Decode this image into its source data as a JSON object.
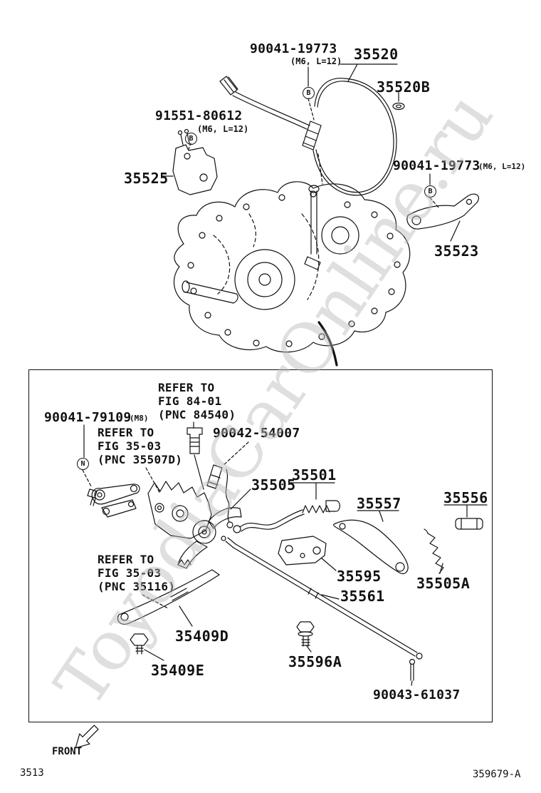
{
  "watermark": {
    "text": "ToyodiaCarOnline.ru",
    "color": "#b9b9b9"
  },
  "colors": {
    "ink": "#111111",
    "background": "#ffffff"
  },
  "footer": {
    "sheet_number": "3513",
    "figure_code": "359679-A",
    "front_label": "FRONT"
  },
  "markers": {
    "b": "B",
    "n": "N"
  },
  "callouts": {
    "bolt_90041_19773_top": {
      "number": "90041-19773",
      "spec": "(M6, L=12)"
    },
    "part_35520": {
      "number": "35520"
    },
    "part_35520b": {
      "number": "35520B"
    },
    "bolt_91551_80612": {
      "number": "91551-80612",
      "spec": "(M6, L=12)"
    },
    "part_35525": {
      "number": "35525"
    },
    "bolt_90041_19773_right": {
      "number": "90041-19773",
      "spec": "(M6, L=12)"
    },
    "part_35523": {
      "number": "35523"
    },
    "refer_fig_84_01": {
      "line1": "REFER TO",
      "line2": "FIG 84-01",
      "line3": "(PNC 84540)"
    },
    "bolt_90041_79109": {
      "number": "90041-79109",
      "spec": "(M8)"
    },
    "refer_fig_35_03_35507d": {
      "line1": "REFER TO",
      "line2": "FIG 35-03",
      "line3": "(PNC 35507D)"
    },
    "part_90042_54007": {
      "number": "90042-54007"
    },
    "part_35505": {
      "number": "35505"
    },
    "part_35501": {
      "number": "35501"
    },
    "part_35557": {
      "number": "35557"
    },
    "part_35556": {
      "number": "35556"
    },
    "refer_fig_35_03_35116": {
      "line1": "REFER TO",
      "line2": "FIG 35-03",
      "line3": "(PNC 35116)"
    },
    "part_35595": {
      "number": "35595"
    },
    "part_35561": {
      "number": "35561"
    },
    "part_35505a": {
      "number": "35505A"
    },
    "part_35409d": {
      "number": "35409D"
    },
    "part_35409e": {
      "number": "35409E"
    },
    "part_35596a": {
      "number": "35596A"
    },
    "part_90043_61037": {
      "number": "90043-61037"
    }
  }
}
